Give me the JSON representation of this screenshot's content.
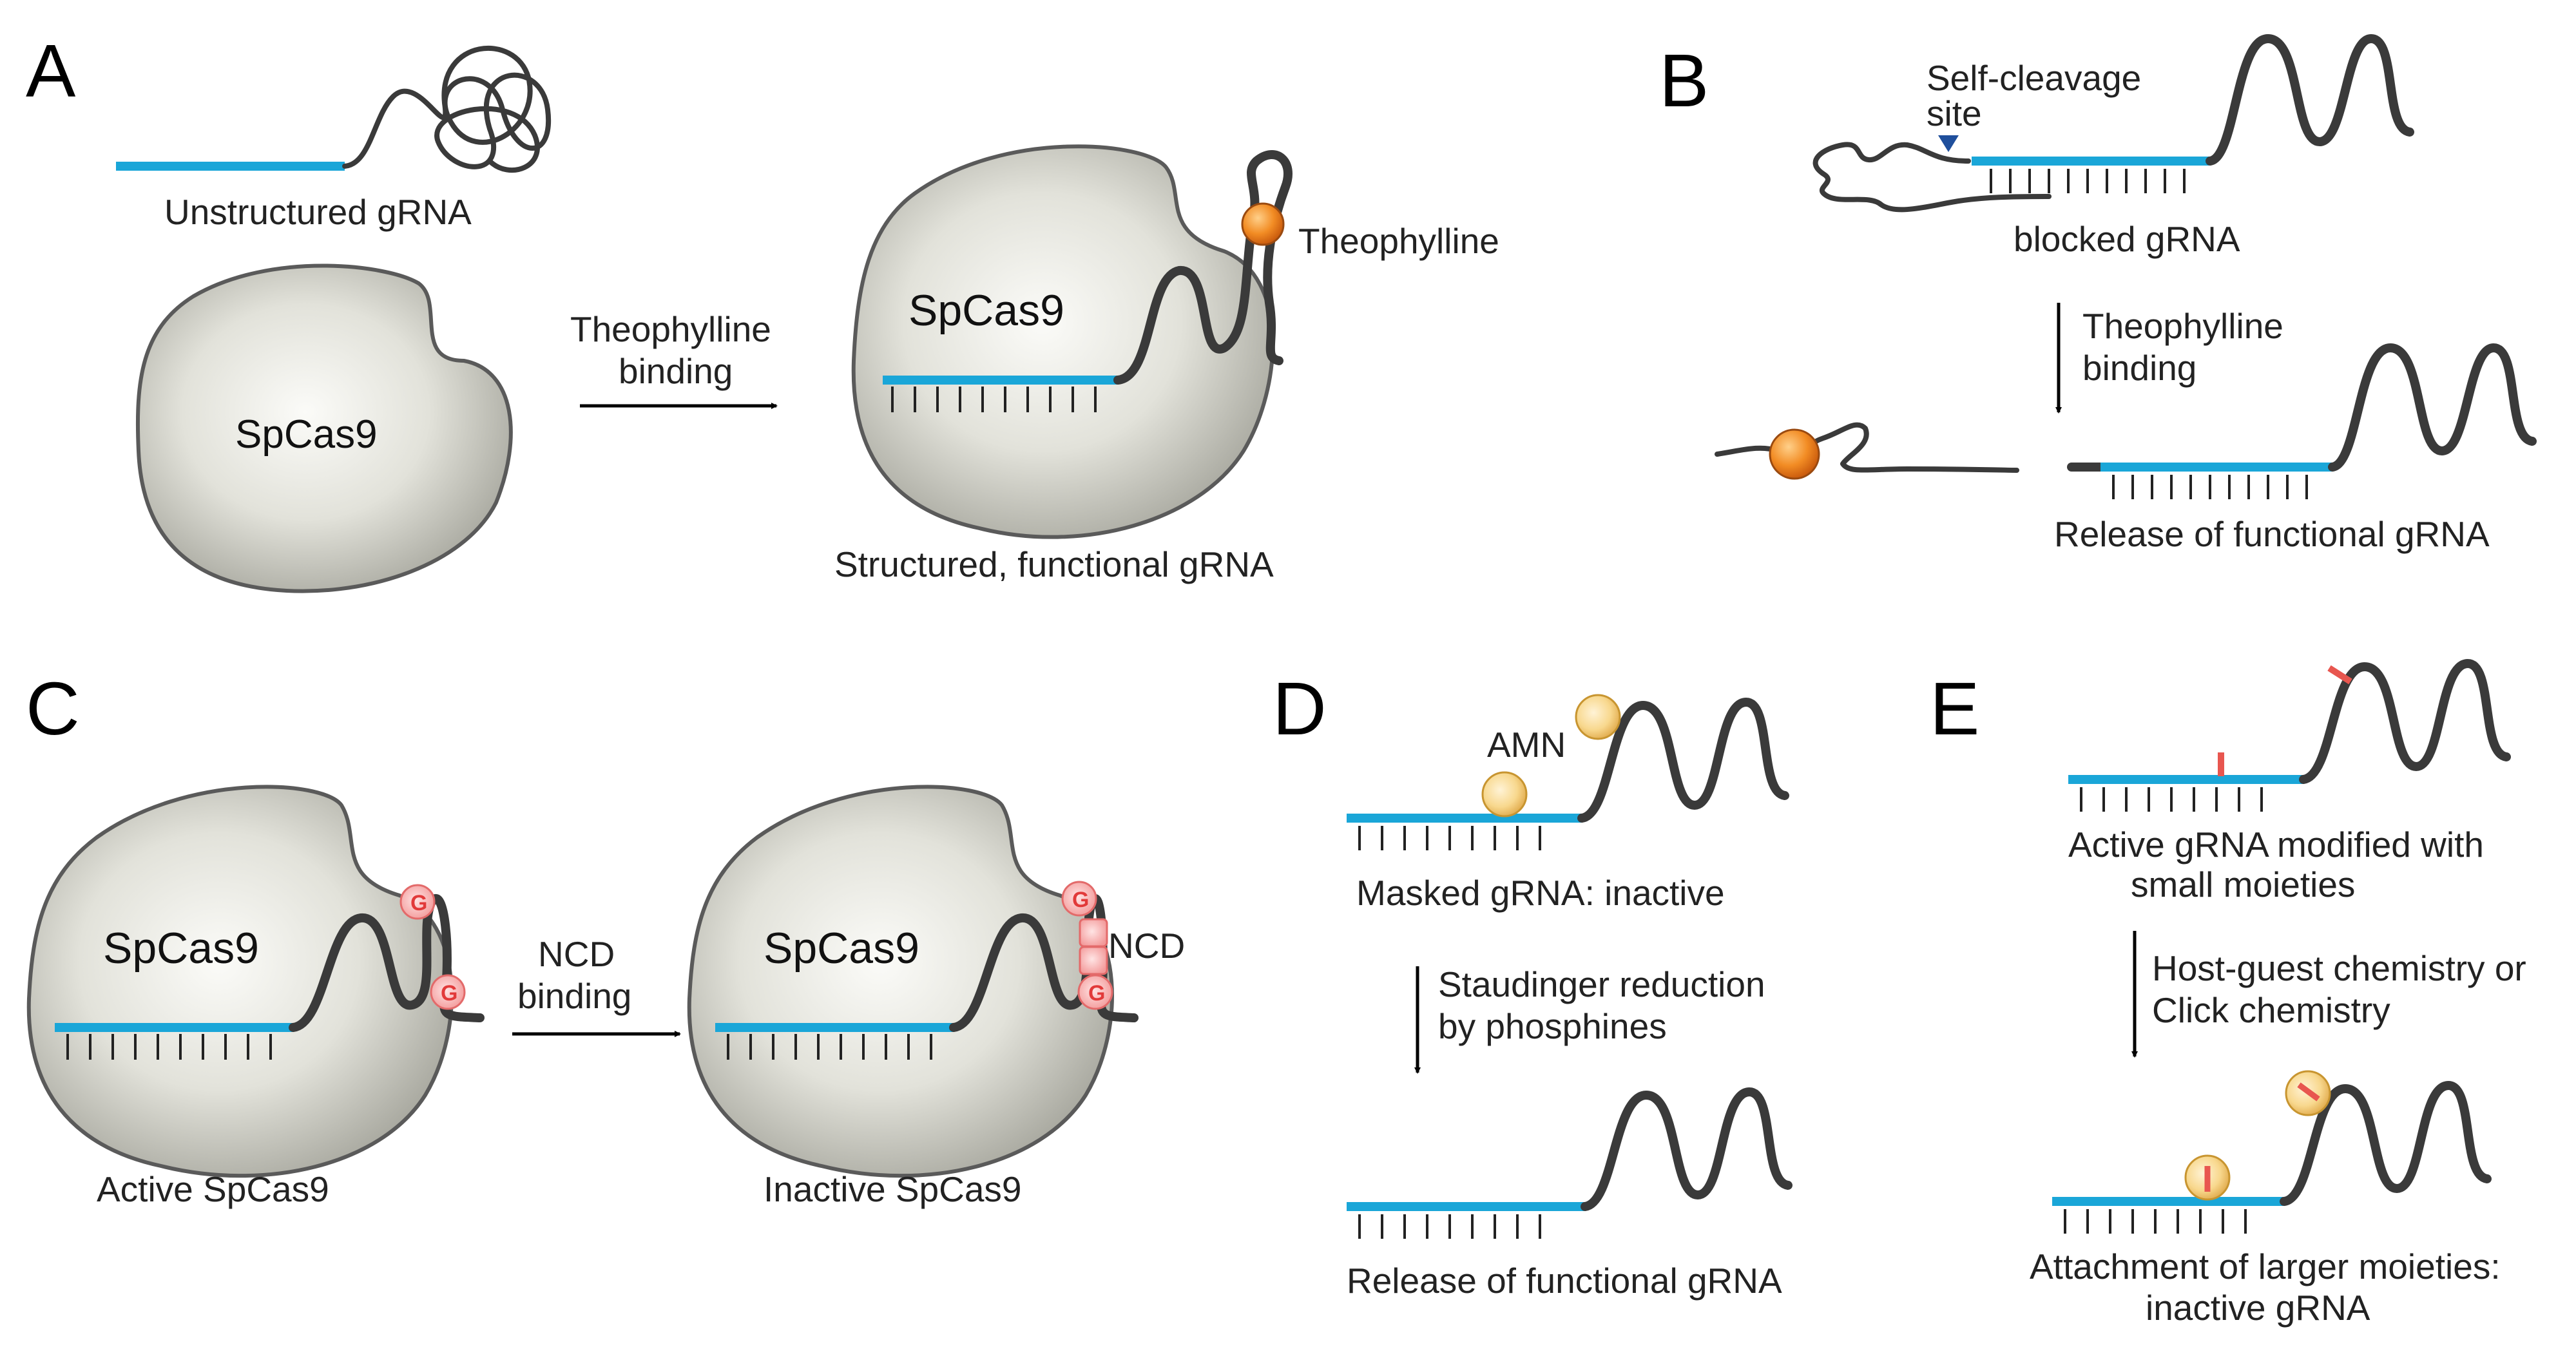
{
  "panels": {
    "A": {
      "letter": "A",
      "unstructured": "Unstructured gRNA",
      "protein": "SpCas9",
      "arrow_line1": "Theophylline",
      "arrow_line2": "binding",
      "ligand": "Theophylline",
      "protein_bound": "SpCas9",
      "caption": "Structured, functional gRNA"
    },
    "B": {
      "letter": "B",
      "site_line1": "Self-cleavage",
      "site_line2": "site",
      "blocked": "blocked gRNA",
      "arrow_line1": "Theophylline",
      "arrow_line2": "binding",
      "release": "Release of functional gRNA"
    },
    "C": {
      "letter": "C",
      "protein_left": "SpCas9",
      "protein_right": "SpCas9",
      "g_label": "G",
      "arrow_line1": "NCD",
      "arrow_line2": "binding",
      "ncd": "NCD",
      "active": "Active SpCas9",
      "inactive": "Inactive SpCas9"
    },
    "D": {
      "letter": "D",
      "amn": "AMN",
      "masked": "Masked gRNA: inactive",
      "arrow_line1": "Staudinger reduction",
      "arrow_line2": "by phosphines",
      "release": "Release of functional gRNA"
    },
    "E": {
      "letter": "E",
      "active_line1": "Active gRNA modified with",
      "active_line2": "small moieties",
      "arrow_line1": "Host-guest chemistry or",
      "arrow_line2": "Click chemistry",
      "attach_line1": "Attachment of larger moieties:",
      "attach_line2": "inactive gRNA"
    }
  },
  "colors": {
    "spacer": "#1aa6d8",
    "rna": "#3a3a3a",
    "protein_fill": "#c9c9c0",
    "theophylline": "#f08a24",
    "amn": "#f5d38a",
    "ncd_g": "#f4a3a3",
    "moiety": "#e8564f",
    "cleavage_marker": "#1f4f9c"
  }
}
